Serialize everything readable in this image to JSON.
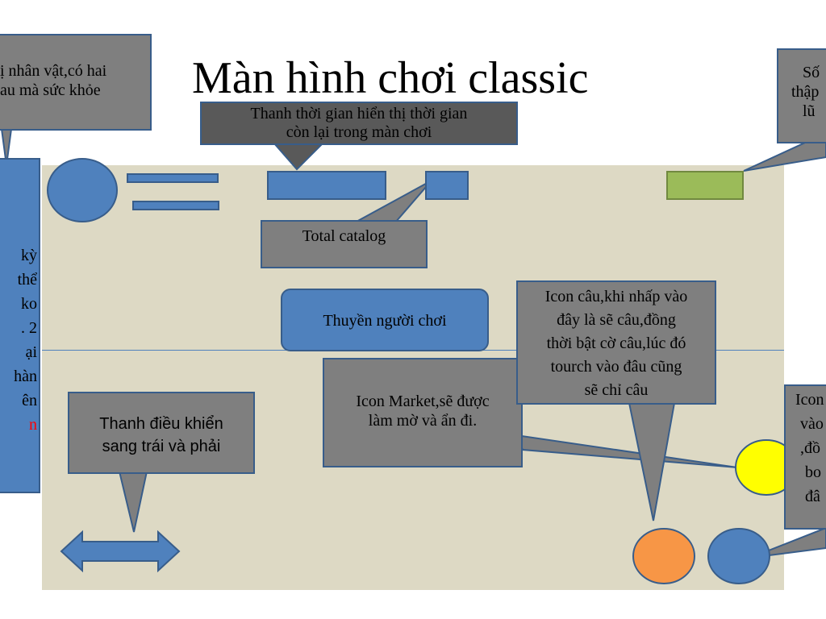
{
  "title": "Màn hình chơi classic",
  "callouts": {
    "character_top": {
      "lines": [
        "ị nhân vật,có hai",
        "au mà sức khỏe"
      ]
    },
    "left_vertical": {
      "lines": [
        "kỳ",
        " thể",
        " ko",
        ". 2",
        "ại",
        "hàn",
        "ên"
      ],
      "red_line": "n"
    },
    "timer": {
      "lines": [
        "Thanh thời gian hiển thị thời gian",
        "còn lại trong màn chơi"
      ]
    },
    "right_top": {
      "lines": [
        "Số",
        "thập",
        "lũ"
      ]
    },
    "total_catalog": {
      "label": "Total catalog"
    },
    "player_boat": {
      "label": "Thuyền người chơi"
    },
    "fish_icon": {
      "lines": [
        "Icon câu,khi nhấp vào",
        "đây là sẽ câu,đồng",
        "thời bật cờ câu,lúc đó",
        "tourch vào đâu cũng",
        "sẽ chỉ câu"
      ]
    },
    "market_icon": {
      "lines": [
        "Icon Market,sẽ được",
        "làm mờ và ẩn đi."
      ]
    },
    "control_bar": {
      "lines": [
        "Thanh điều khiển",
        "sang trái và phải"
      ]
    },
    "right_bottom": {
      "lines": [
        "Icon",
        "vào",
        ",đồ",
        "bo",
        "đâ"
      ]
    }
  },
  "colors": {
    "game_bg": "#ddd9c4",
    "shape_blue": "#4f81bd",
    "callout_gray": "#7f7f7f",
    "callout_dark": "#595959",
    "green_bar": "#9bbb59",
    "yellow_circle": "#ffff00",
    "orange_circle": "#f79646"
  }
}
